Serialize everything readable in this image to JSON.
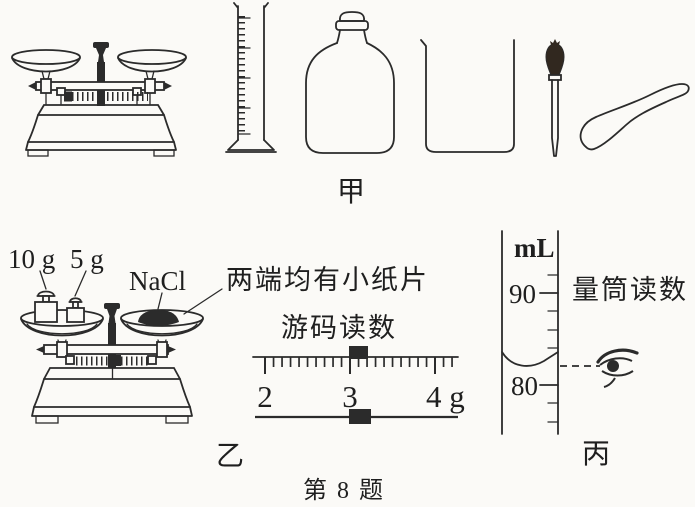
{
  "figure": {
    "caption": "第 8 题",
    "colors": {
      "ink": "#2b2b2b",
      "paper": "#fbfaf7",
      "dropper_bulb": "#31281f"
    },
    "groups": {
      "jia": {
        "label": "甲",
        "equipment_icons": [
          "balance-scale",
          "graduated-cylinder",
          "reagent-bottle",
          "beaker",
          "dropper",
          "medicine-spoon"
        ]
      },
      "yi": {
        "label": "乙",
        "weight_10g": "10 g",
        "weight_5g": "5 g",
        "substance": "NaCl",
        "paper_note": "两端均有小纸片",
        "rider_note": "游码读数",
        "scale": {
          "tick_2": "2",
          "tick_3": "3",
          "tick_4": "4 g",
          "range_g": [
            2,
            4
          ],
          "rider_value_g_approx": 3.1
        }
      },
      "bing": {
        "label": "丙",
        "unit": "mL",
        "tick_90": "90",
        "tick_80": "80",
        "note": "量筒读数",
        "meniscus_level_ml_approx": 82
      }
    }
  }
}
